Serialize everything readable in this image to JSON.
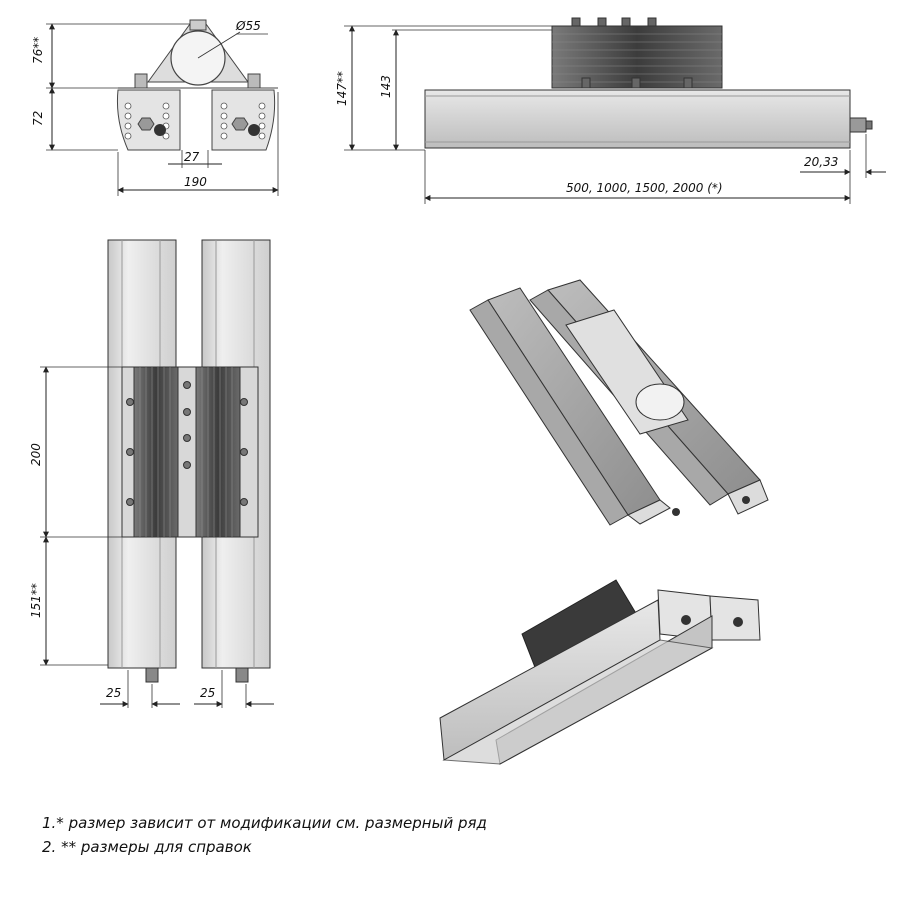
{
  "dimensions": {
    "pipe_diameter": "Ø55",
    "bracket_height": "76**",
    "head_height": "72",
    "bolt_spacing": "27",
    "total_width": "190",
    "total_height": "147**",
    "body_height": "143",
    "connector_offset": "20,33",
    "length_range": "500, 1000, 1500, 2000 (*)",
    "mount_length": "200",
    "end_offset": "151**",
    "gland_offset_left": "25",
    "gland_offset_right": "25"
  },
  "notes": [
    "1.* размер зависит от модификации см. размерный ряд",
    "2. ** размеры для справок"
  ],
  "colors": {
    "housing": "#d8d8d8",
    "housing_dark": "#9a9a9a",
    "radiator": "#5a5a5a",
    "line": "#222222"
  }
}
